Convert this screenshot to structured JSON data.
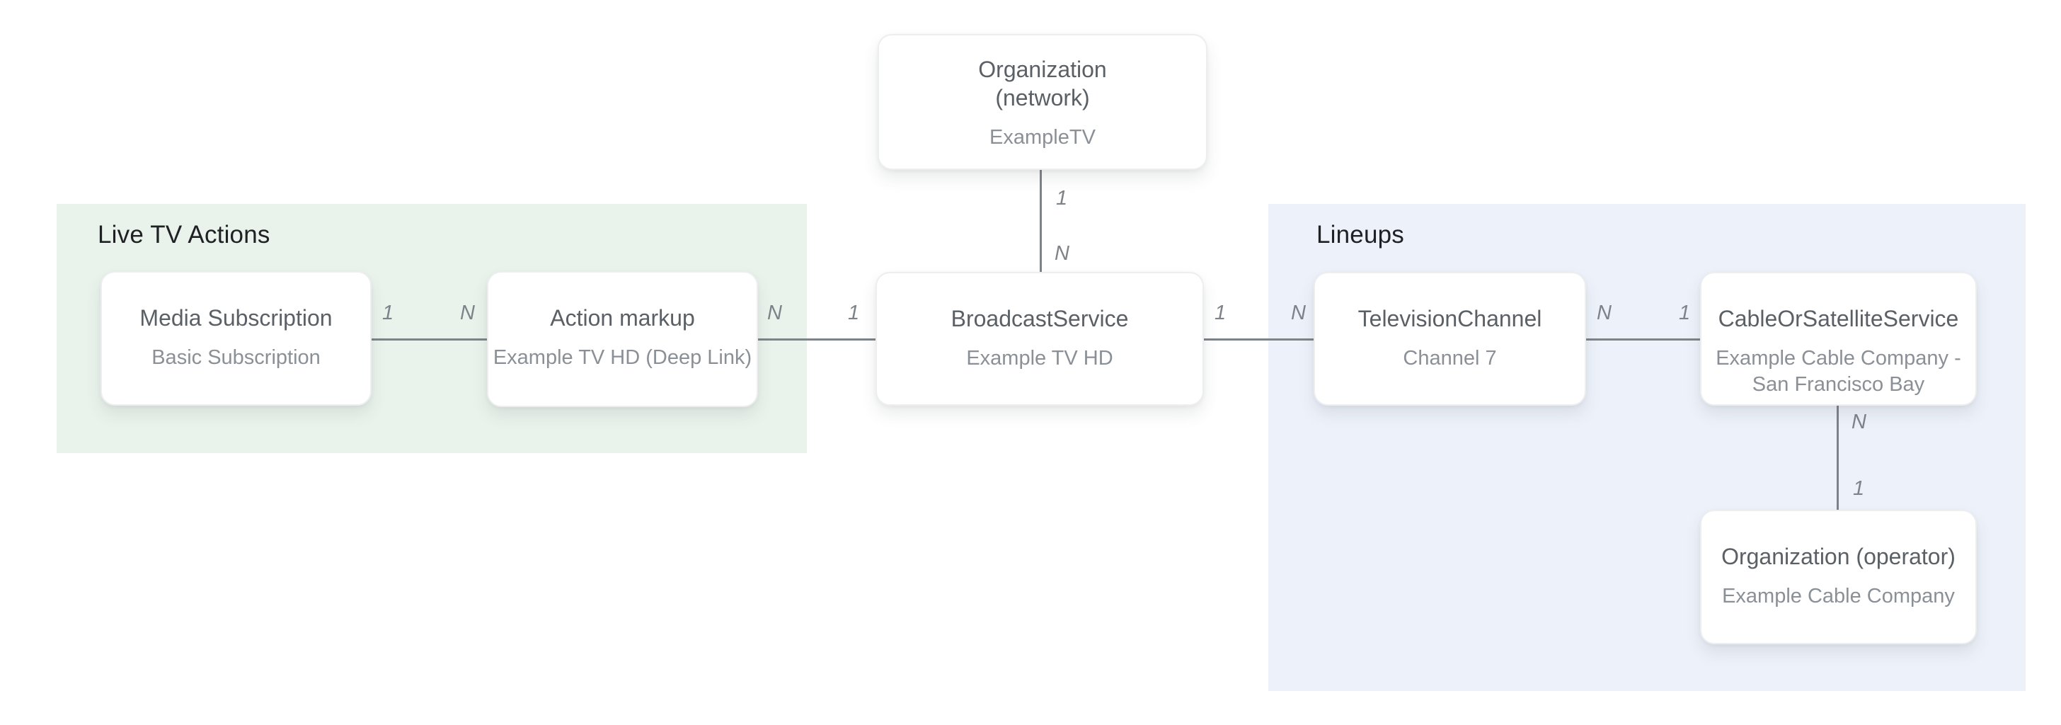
{
  "diagram": {
    "palette": {
      "canvas_background": "#FFFFFF",
      "live_tv_actions_background": "#E9F3EC",
      "lineups_background": "#EDF1FA",
      "card_background": "#FFFFFF",
      "card_border": "#ECEEF0",
      "edge_line": "#7E8388",
      "section_title_color": "#202124",
      "card_title_color": "#5A6065",
      "card_subtitle_color": "#8A9096",
      "edge_label_color": "#7D8389"
    },
    "regions": {
      "live_tv_actions": {
        "title": "Live TV Actions"
      },
      "lineups": {
        "title": "Lineups"
      }
    },
    "nodes": {
      "org_network": {
        "title": "Organization\n(network)",
        "subtitle": "ExampleTV"
      },
      "media_subscription": {
        "title": "Media Subscription",
        "subtitle": "Basic Subscription"
      },
      "action_markup": {
        "title": "Action markup",
        "subtitle": "Example TV HD (Deep Link)"
      },
      "broadcast_service": {
        "title": "BroadcastService",
        "subtitle": "Example TV HD"
      },
      "television_channel": {
        "title": "TelevisionChannel",
        "subtitle": "Channel 7"
      },
      "cable_or_satellite": {
        "title": "CableOrSatelliteService",
        "subtitle": "Example Cable Company -\nSan Francisco Bay"
      },
      "org_operator": {
        "title": "Organization (operator)",
        "subtitle": "Example Cable Company"
      }
    },
    "connectors": {
      "network_to_broadcast": {
        "from_label": "1",
        "to_label": "N"
      },
      "media_to_action": {
        "from_label": "1",
        "to_label": "N"
      },
      "action_to_broadcast": {
        "from_label": "N",
        "to_label": "1"
      },
      "broadcast_to_channel": {
        "from_label": "1",
        "to_label": "N"
      },
      "channel_to_cable": {
        "from_label": "N",
        "to_label": "1"
      },
      "cable_to_operator": {
        "from_label": "N",
        "to_label": "1"
      }
    }
  }
}
